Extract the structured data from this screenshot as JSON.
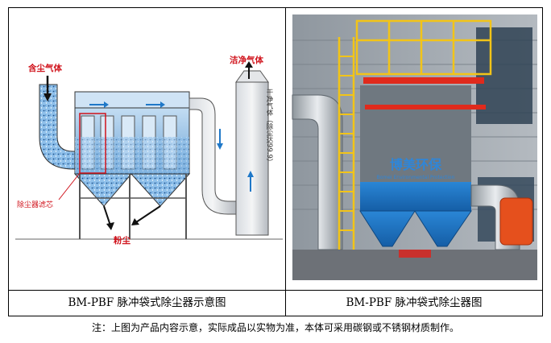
{
  "diagram": {
    "label_dusty_gas": "含尘气体",
    "label_clean_gas": "洁净气体",
    "label_filter": "除尘器滤芯",
    "label_dust": "粉尘",
    "label_dry_clean_gas": "干净气体（除尘达99.9）"
  },
  "photo": {
    "brand_cn": "博美环保",
    "brand_en": "Bomei Environmental Protection"
  },
  "captions": {
    "left": "BM-PBF 脉冲袋式除尘器示意图",
    "right": "BM-PBF 脉冲袋式除尘器图"
  },
  "footer": {
    "note": "注：上图为产品内容示意，实际成品以实物为准，本体可采用碳钢或不锈钢材质制作。"
  },
  "colors": {
    "red_label": "#d0121b",
    "steel_blue": "#1f78c8",
    "frame_yellow": "#f2c418",
    "pipe_gray": "#b9bfc5"
  }
}
